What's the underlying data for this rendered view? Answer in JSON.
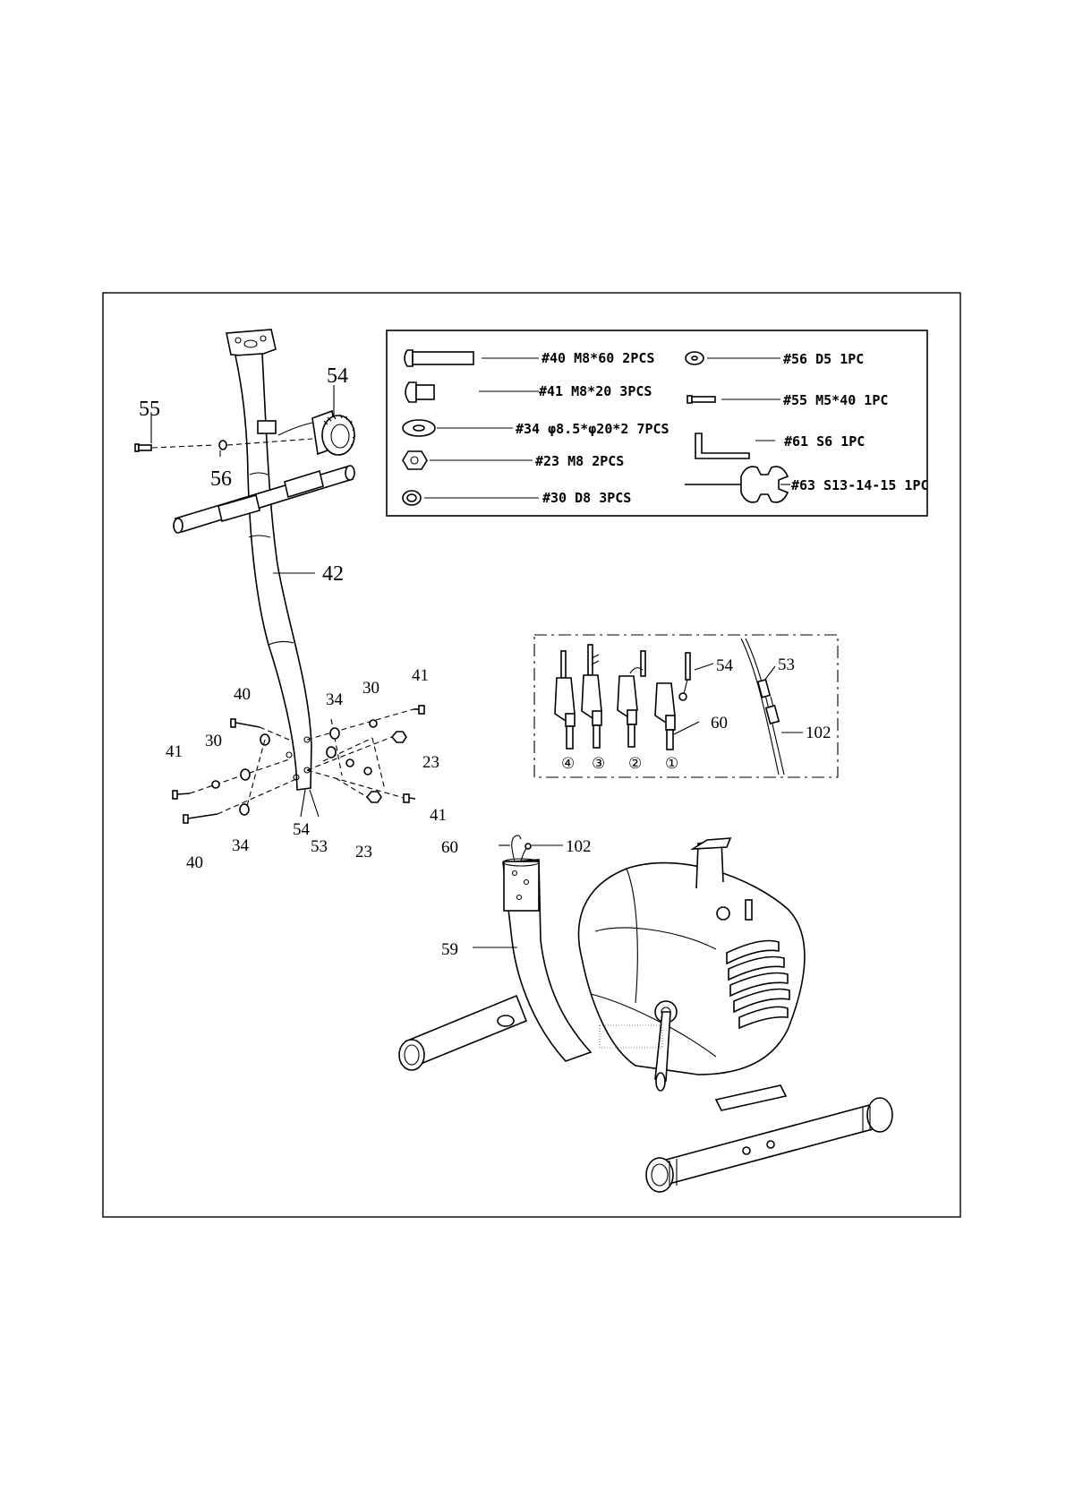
{
  "hardware_list": [
    {
      "id": "hw-40",
      "label": "#40 M8*60 2PCS"
    },
    {
      "id": "hw-41",
      "label": "#41 M8*20 3PCS"
    },
    {
      "id": "hw-34",
      "label": "#34 φ8.5*φ20*2 7PCS"
    },
    {
      "id": "hw-23",
      "label": "#23 M8  2PCS"
    },
    {
      "id": "hw-30",
      "label": "#30 D8 3PCS"
    },
    {
      "id": "hw-56",
      "label": "#56 D5 1PC"
    },
    {
      "id": "hw-55",
      "label": "#55 M5*40 1PC"
    },
    {
      "id": "hw-61",
      "label": "#61 S6  1PC"
    },
    {
      "id": "hw-63",
      "label": "#63 S13-14-15 1PC"
    }
  ],
  "callouts": {
    "c55": "55",
    "c54": "54",
    "c56": "56",
    "c42": "42",
    "c40a": "40",
    "c34a": "34",
    "c30a": "30",
    "c41a": "41",
    "c41b": "41",
    "c30b": "30",
    "c23a": "23",
    "c41c": "41",
    "c40b": "40",
    "c34b": "34",
    "c54b": "54",
    "c53b": "53",
    "c23b": "23",
    "c54d": "54",
    "c53d": "53",
    "c60d": "60",
    "c102d": "102",
    "c60": "60",
    "c102": "102",
    "c59": "59"
  },
  "connection_steps": [
    "④",
    "③",
    "②",
    "①"
  ]
}
